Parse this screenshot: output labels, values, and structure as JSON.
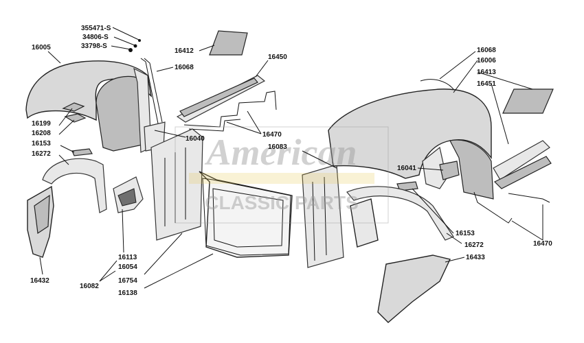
{
  "labels": {
    "p355471S": "355471-S",
    "p34806S": "34806-S",
    "p33798S": "33798-S",
    "p16005": "16005",
    "p16412": "16412",
    "p16068a": "16068",
    "p16450": "16450",
    "p16199": "16199",
    "p16208": "16208",
    "p16153a": "16153",
    "p16272a": "16272",
    "p16040": "16040",
    "p16470a": "16470",
    "p16068b": "16068",
    "p16006": "16006",
    "p16413": "16413",
    "p16451": "16451",
    "p16083": "16083",
    "p16041": "16041",
    "p16153b": "16153",
    "p16272b": "16272",
    "p16470b": "16470",
    "p16433": "16433",
    "p16113": "16113",
    "p16054": "16054",
    "p16082": "16082",
    "p16754": "16754",
    "p16138": "16138",
    "p16432": "16432"
  },
  "watermark": {
    "line1": "American",
    "line2": "CLASSIC PARTS"
  },
  "colors": {
    "ink": "#111111",
    "watermark": "#9a9a9a",
    "watermark_accent": "#e8c84a"
  }
}
